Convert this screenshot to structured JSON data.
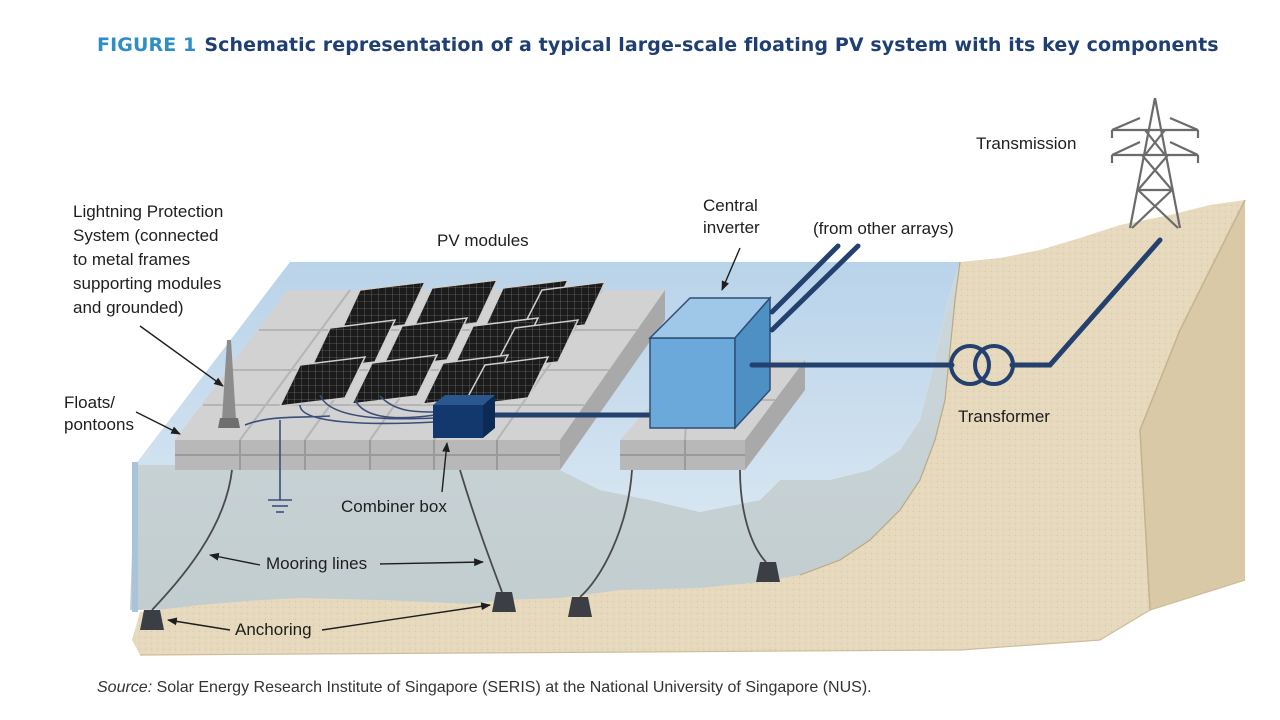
{
  "figure": {
    "number": "FIGURE 1",
    "title": "Schematic representation of a typical large-scale floating PV system with its key components"
  },
  "labels": {
    "lightning": [
      "Lightning Protection",
      "System (connected",
      "to metal frames",
      "supporting modules",
      "and grounded)"
    ],
    "pv_modules": "PV modules",
    "central_inverter": [
      "Central",
      "inverter"
    ],
    "other_arrays": "(from other arrays)",
    "transmission": "Transmission",
    "floats": [
      "Floats/",
      "pontoons"
    ],
    "transformer": "Transformer",
    "combiner_box": "Combiner box",
    "mooring_lines": "Mooring lines",
    "anchoring": "Anchoring"
  },
  "source": {
    "prefix": "Source:",
    "text": " Solar Energy Research Institute of Singapore (SERIS) at the National University of Singapore (NUS)."
  },
  "colors": {
    "title_number": "#2f8ec4",
    "title_text": "#1f3f73",
    "water": "#c9dcec",
    "land": "#e8dcc2",
    "cable": "#23406f",
    "inverter": "#6aa9d9",
    "combiner": "#12386e",
    "float": "#c4c4c4"
  }
}
